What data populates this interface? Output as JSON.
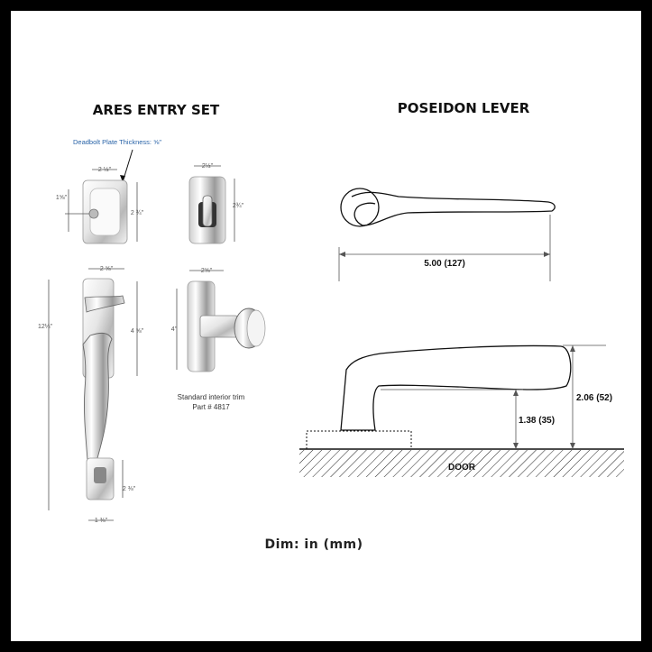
{
  "left_title": "ARES ENTRY SET",
  "right_title": "POSEIDON LEVER",
  "deadbolt_note": "Deadbolt Plate Thickness: ⅝\"",
  "deadbolt_width": "2 ½\"",
  "deadbolt_keyhole_offset": "1⅝\"",
  "deadbolt_height": "2 ¾\"",
  "thumbturn_width": "2½\"",
  "thumbturn_height": "2¾\"",
  "handle_width": "2 ⅝\"",
  "handle_total_height": "12¼\"",
  "handle_upper_height": "4 ⅝\"",
  "handle_lower_height": "2 ⅜\"",
  "handle_bottom_width": "1 ⅜\"",
  "interior_width": "2⅝\"",
  "interior_height": "4\"",
  "interior_caption_line1": "Standard interior trim",
  "interior_caption_line2": "Part # 4817",
  "lever_length": "5.00 (127)",
  "lever_height_low": "1.38 (35)",
  "lever_height_high": "2.06 (52)",
  "door_label": "DOOR",
  "footer": "Dim: in (mm)"
}
